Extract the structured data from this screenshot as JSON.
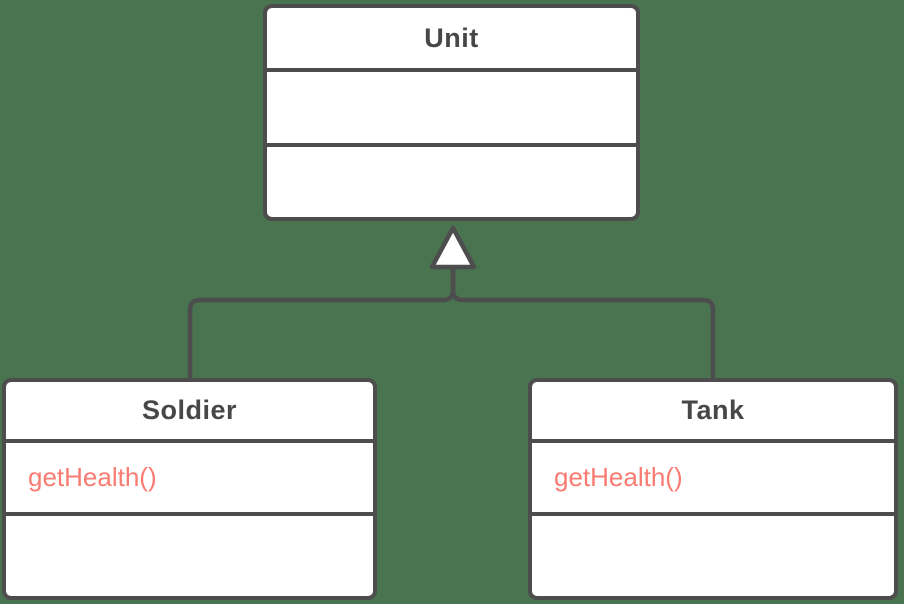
{
  "canvas": {
    "background_color": "#4a734f"
  },
  "colors": {
    "shape_stroke": "#4d4d4d",
    "shape_fill": "#ffffff",
    "title_text": "#474747",
    "method_text": "#f97b72"
  },
  "classes": {
    "unit": {
      "name": "Unit",
      "attributes_text": "",
      "methods_text": ""
    },
    "soldier": {
      "name": "Soldier",
      "methods_text": "getHealth()",
      "extra_text": ""
    },
    "tank": {
      "name": "Tank",
      "methods_text": "getHealth()",
      "extra_text": ""
    }
  },
  "relationships": [
    {
      "type": "generalization",
      "from": "Soldier",
      "to": "Unit"
    },
    {
      "type": "generalization",
      "from": "Tank",
      "to": "Unit"
    }
  ]
}
